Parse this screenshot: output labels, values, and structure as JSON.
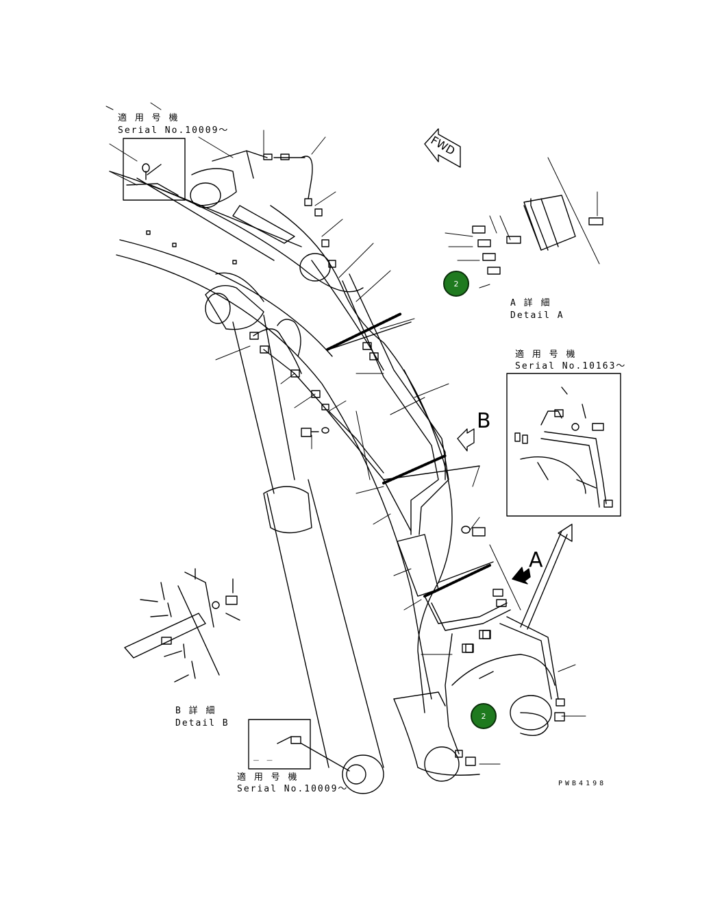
{
  "drawing": {
    "code": "PWB4198",
    "fwd_label": "FWD",
    "view_b_letter": "B",
    "view_a_letter": "A"
  },
  "serial_notes": {
    "top_left": {
      "jp": "適 用 号 機",
      "en": "Serial No.10009～"
    },
    "right_inset": {
      "jp": "適 用 号 機",
      "en": "Serial No.10163～"
    },
    "bottom": {
      "jp": "適 用 号 機",
      "en": "Serial No.10009～"
    }
  },
  "details": {
    "a": {
      "jp": "A 詳 細",
      "en": "Detail A"
    },
    "b": {
      "jp": "B 詳 細",
      "en": "Detail B"
    }
  },
  "bottom_inset_text": "_ _",
  "markers": [
    {
      "id": "marker-upper",
      "label": "2",
      "color": "#1f7a1f"
    },
    {
      "id": "marker-lower",
      "label": "2",
      "color": "#1f7a1f"
    }
  ]
}
